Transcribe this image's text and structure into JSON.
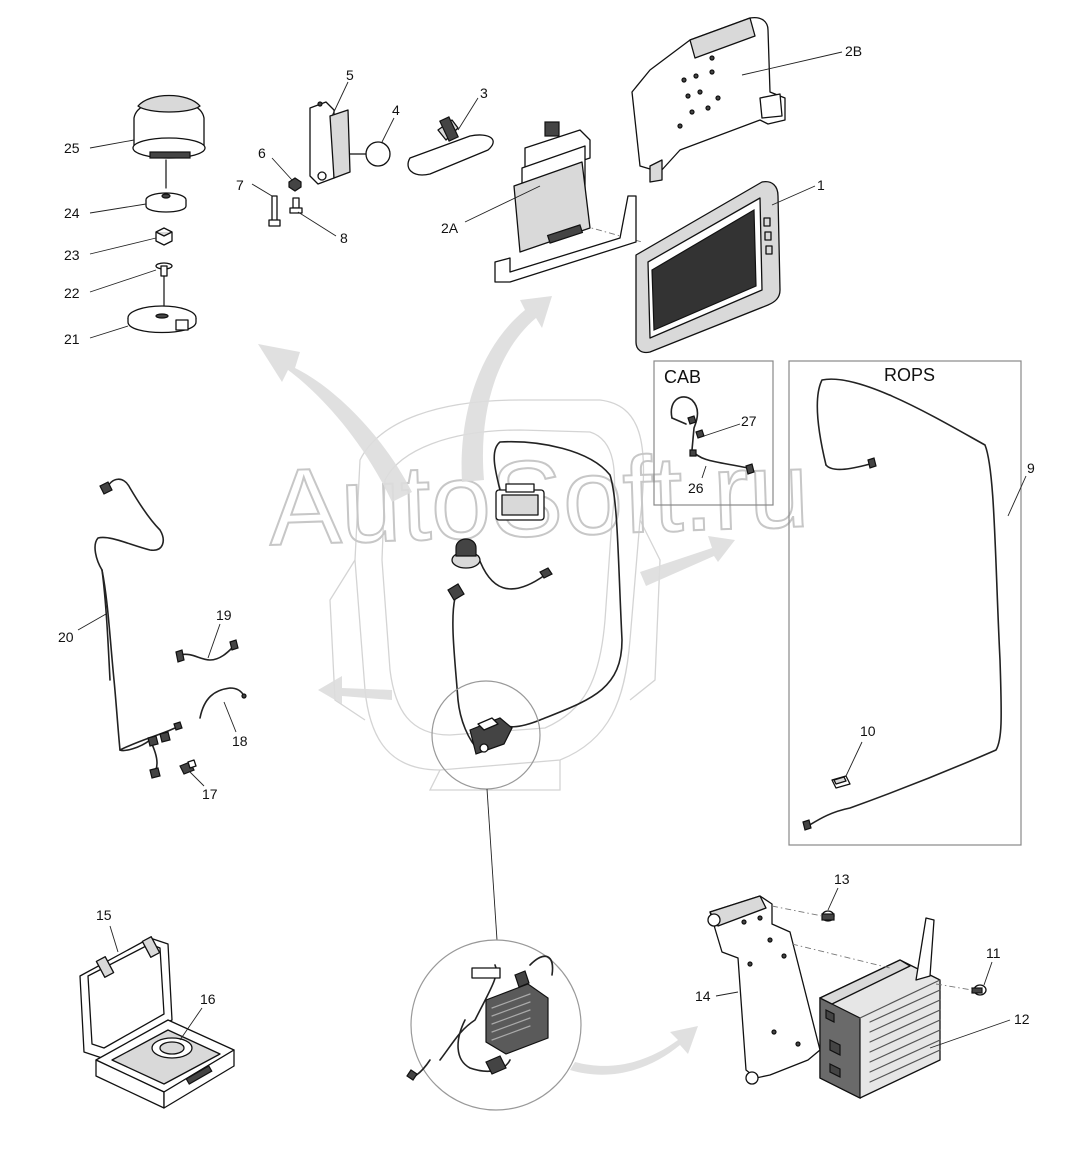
{
  "watermark": "AutoSoft.ru",
  "boxes": {
    "cab": {
      "title": "CAB"
    },
    "rops": {
      "title": "ROPS"
    }
  },
  "callouts": {
    "p1": "1",
    "p2A": "2A",
    "p2B": "2B",
    "p3": "3",
    "p4": "4",
    "p5": "5",
    "p6": "6",
    "p7": "7",
    "p8": "8",
    "p9": "9",
    "p10": "10",
    "p11": "11",
    "p12": "12",
    "p13": "13",
    "p14": "14",
    "p15": "15",
    "p16": "16",
    "p17": "17",
    "p18": "18",
    "p19": "19",
    "p20": "20",
    "p21": "21",
    "p22": "22",
    "p23": "23",
    "p24": "24",
    "p25": "25",
    "p26": "26",
    "p27": "27"
  }
}
